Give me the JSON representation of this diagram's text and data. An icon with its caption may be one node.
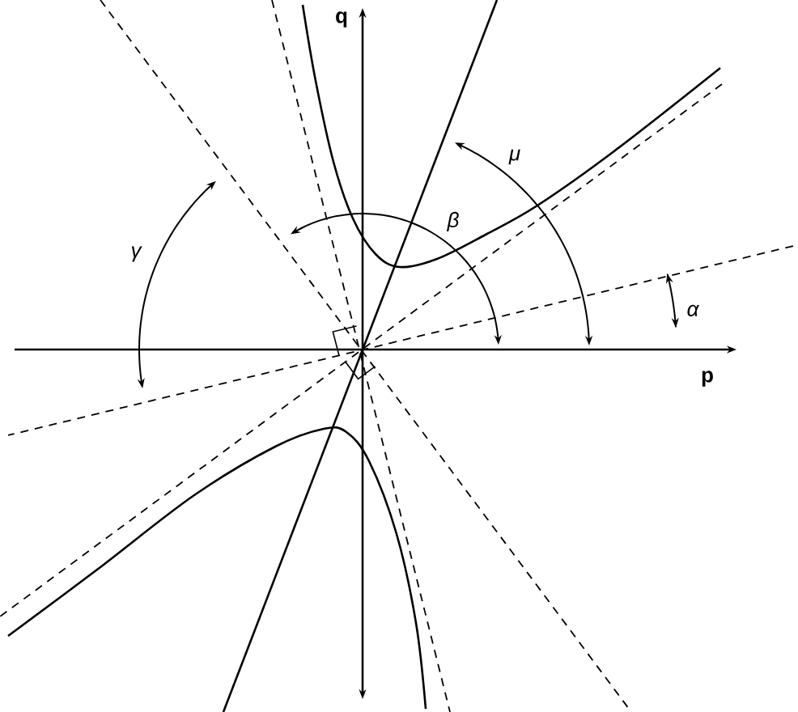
{
  "diagram": {
    "labels": [
      "q",
      "μ",
      "β",
      "γ",
      "α",
      "p"
    ]
  }
}
